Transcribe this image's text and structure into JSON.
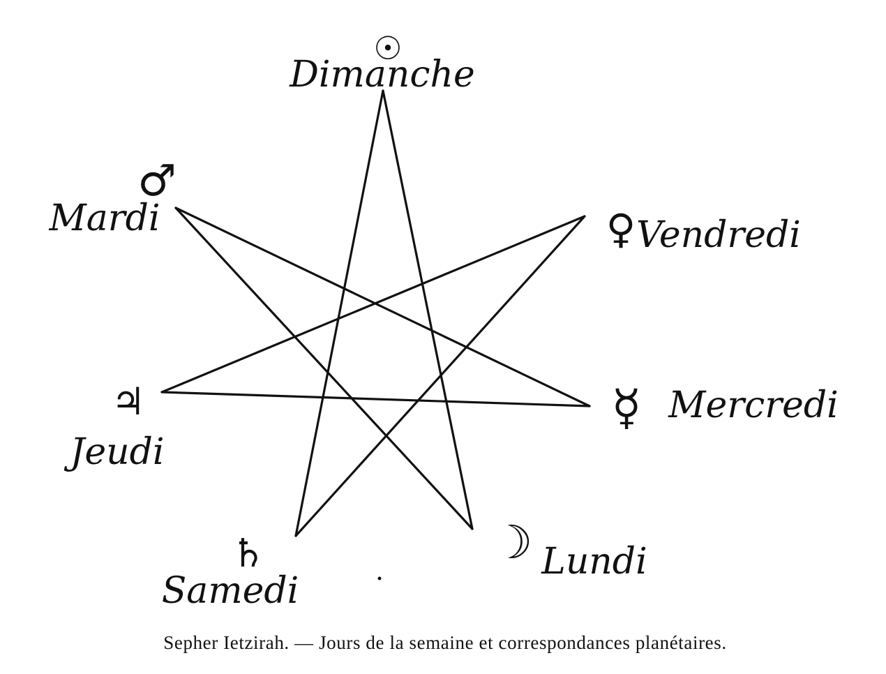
{
  "diagram": {
    "ink_color": "#111111",
    "vertices": [
      {
        "id": "sunday",
        "day": "Dimanche",
        "symbol": "☉",
        "symbol_name": "sun-icon"
      },
      {
        "id": "friday",
        "day": "Vendredi",
        "symbol": "♀",
        "symbol_name": "venus-icon"
      },
      {
        "id": "wednesday",
        "day": "Mercredi",
        "symbol": "☿",
        "symbol_name": "mercury-icon"
      },
      {
        "id": "monday",
        "day": "Lundi",
        "symbol": "☽",
        "symbol_name": "moon-icon"
      },
      {
        "id": "saturday",
        "day": "Samedi",
        "symbol": "♄",
        "symbol_name": "saturn-icon"
      },
      {
        "id": "thursday",
        "day": "Jeudi",
        "symbol": "♃",
        "symbol_name": "jupiter-icon"
      },
      {
        "id": "tuesday",
        "day": "Mardi",
        "symbol": "♂",
        "symbol_name": "mars-icon"
      }
    ],
    "star_edges": [
      [
        "sunday",
        "saturday"
      ],
      [
        "saturday",
        "friday"
      ],
      [
        "friday",
        "thursday"
      ],
      [
        "thursday",
        "wednesday"
      ],
      [
        "wednesday",
        "tuesday"
      ],
      [
        "tuesday",
        "monday"
      ],
      [
        "monday",
        "sunday"
      ]
    ]
  },
  "caption": "Sepher Ietzirah. — Jours de la semaine et correspondances planétaires."
}
